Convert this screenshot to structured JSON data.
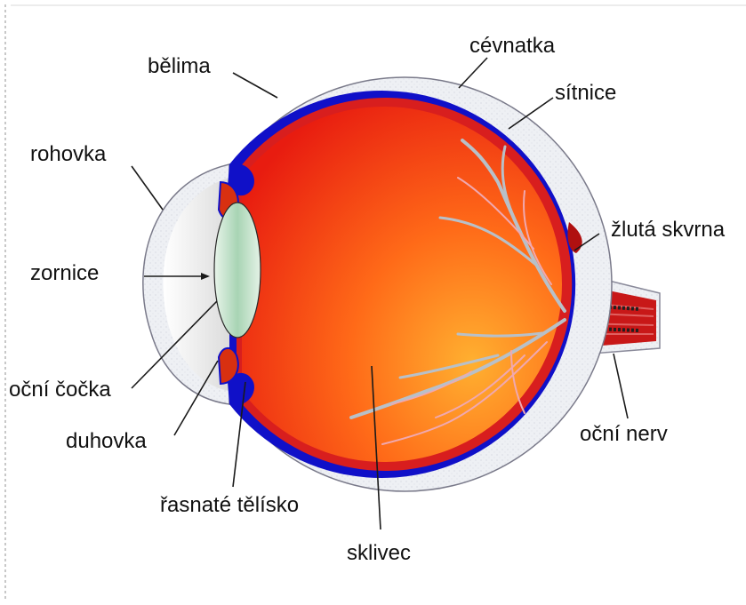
{
  "diagram": {
    "labels": {
      "belima": "bělima",
      "cevnatka": "cévnatka",
      "sitnice": "sítnice",
      "rohovka": "rohovka",
      "zluta_skvrna": "žlutá skvrna",
      "zornice": "zornice",
      "ocni_cocka": "oční čočka",
      "duhovka": "duhovka",
      "ocni_nerv": "oční nerv",
      "rasnate_telisko": "řasnaté tělísko",
      "sklivec": "sklivec"
    },
    "colors": {
      "sclera": "#eef0f4",
      "choroid": "#1010c8",
      "retina": "#d81e1e",
      "vitreous_inner": "#ffa020",
      "vitreous_outer": "#e01e10",
      "lens": "#b8dcc0",
      "vessels": "#b0b8c0",
      "nerve": "#c01818"
    }
  }
}
